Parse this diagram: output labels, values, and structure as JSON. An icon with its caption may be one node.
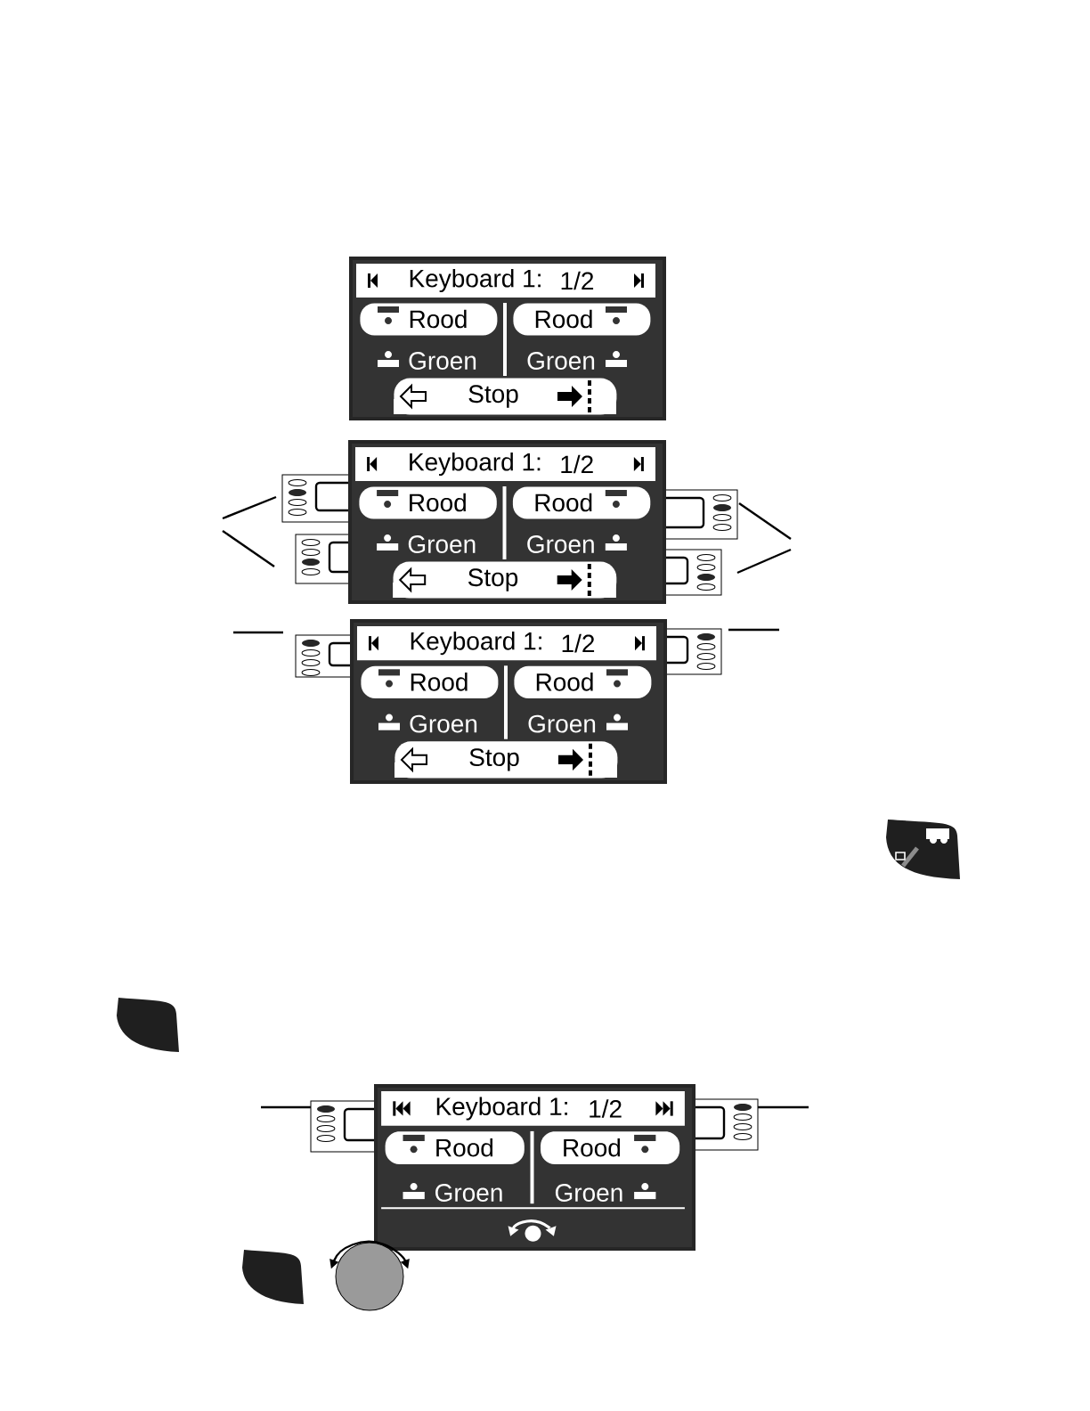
{
  "diagram": {
    "nodes": [
      {
        "text": [
          "Keyboard 1:",
          "1/2",
          "Groen",
          "Groen"
        ]
      },
      {
        "text": [
          "Rood"
        ],
        "in": 0
      },
      {
        "text": [
          "Rood"
        ],
        "in": 0
      },
      {
        "text": [
          "Stop"
        ],
        "in": 0
      },
      {
        "text": [
          "Keyboard 1:",
          "1/2",
          "Groen",
          "Groen"
        ]
      },
      {
        "text": [
          "Rood"
        ],
        "in": 4
      },
      {
        "text": [
          "Rood"
        ],
        "in": 4
      },
      {
        "text": [
          "Stop"
        ],
        "in": 4
      },
      {
        "text": [
          "Keyboard 1:",
          "1/2",
          "Groen",
          "Groen"
        ]
      },
      {
        "text": [
          "Rood"
        ],
        "in": 8
      },
      {
        "text": [
          "Rood"
        ],
        "in": 8
      },
      {
        "text": [
          "Stop"
        ],
        "in": 8
      },
      {
        "text": [
          "Keyboard 1:",
          "1/2",
          "Groen",
          "Groen"
        ]
      },
      {
        "text": [
          "Rood"
        ],
        "in": 12
      },
      {
        "text": [
          "Rood"
        ],
        "in": 12
      }
    ]
  }
}
